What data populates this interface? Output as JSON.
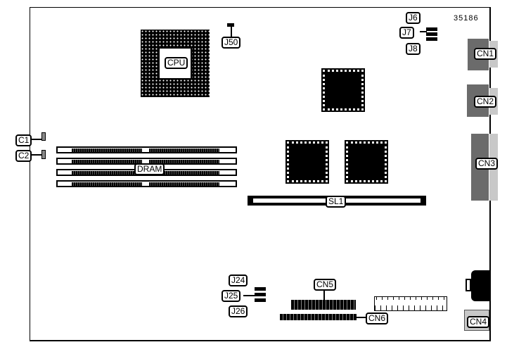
{
  "figure_id": "35186",
  "labels": {
    "cpu": "CPU",
    "j50": "J50",
    "j6": "J6",
    "j7": "J7",
    "j8": "J8",
    "cn1": "CN1",
    "cn2": "CN2",
    "cn3": "CN3",
    "cn4": "CN4",
    "cn5": "CN5",
    "cn6": "CN6",
    "c1": "C1",
    "c2": "C2",
    "dram": "DRAM",
    "sl1": "SL1",
    "j24": "J24",
    "j25": "J25",
    "j26": "J26"
  }
}
